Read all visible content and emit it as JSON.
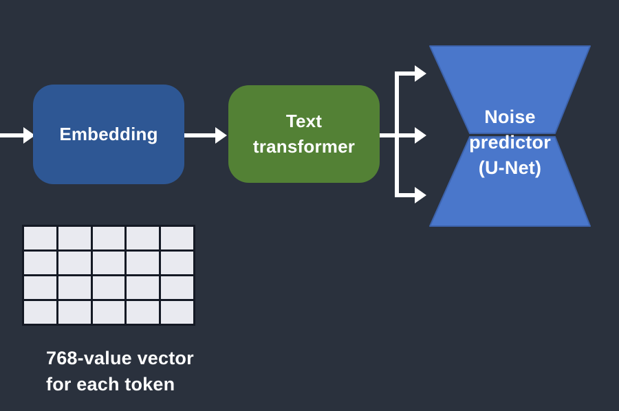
{
  "background": "#2A313D",
  "nodes": {
    "embedding": {
      "label": "Embedding",
      "fill": "#2E5794"
    },
    "text_transformer": {
      "line1": "Text",
      "line2": "transformer",
      "fill": "#538135"
    },
    "noise_predictor": {
      "line1": "Noise",
      "line2": "predictor",
      "line3": "(U-Net)",
      "fill": "#4A77CB",
      "stroke": "#3D63AC",
      "shape": "hourglass-funnel"
    }
  },
  "connectors": {
    "color": "#FFFFFF",
    "branch_arrow_count": 3
  },
  "vector_grid": {
    "rows": 4,
    "cols": 5,
    "cell_fill": "#E9EAF0",
    "line_color": "#141924"
  },
  "caption": {
    "line1": "768-value vector",
    "line2": "for each token",
    "color": "#FFFFFF"
  }
}
